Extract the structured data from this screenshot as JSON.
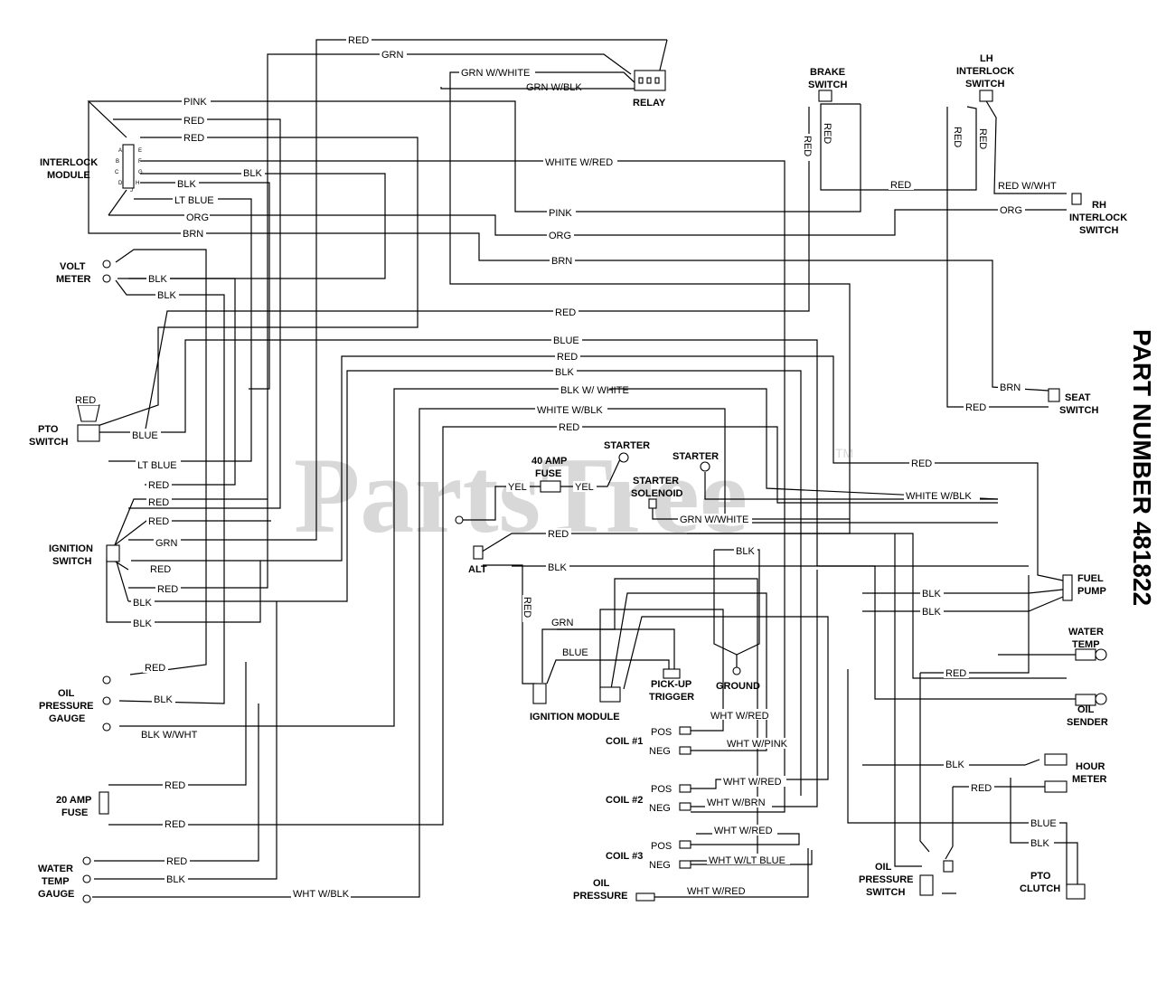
{
  "watermark": {
    "text": "PartsTree",
    "tm": "TM"
  },
  "part_number": "PART NUMBER 481822",
  "components": {
    "relay": "RELAY",
    "brake_switch_1": "BRAKE",
    "brake_switch_2": "SWITCH",
    "lh_switch_1": "LH",
    "lh_switch_2": "INTERLOCK",
    "lh_switch_3": "SWITCH",
    "rh_switch_1": "RH",
    "rh_switch_2": "INTERLOCK",
    "rh_switch_3": "SWITCH",
    "interlock_module_1": "INTERLOCK",
    "interlock_module_2": "MODULE",
    "volt_meter_1": "VOLT",
    "volt_meter_2": "METER",
    "pto_switch_1": "PTO",
    "pto_switch_2": "SWITCH",
    "ignition_switch_1": "IGNITION",
    "ignition_switch_2": "SWITCH",
    "oil_pressure_gauge_1": "OIL",
    "oil_pressure_gauge_2": "PRESSURE",
    "oil_pressure_gauge_3": "GAUGE",
    "fuse20_1": "20 AMP",
    "fuse20_2": "FUSE",
    "water_temp_gauge_1": "WATER",
    "water_temp_gauge_2": "TEMP",
    "water_temp_gauge_3": "GAUGE",
    "fuse40_1": "40 AMP",
    "fuse40_2": "FUSE",
    "starter_a": "STARTER",
    "starter_b": "STARTER",
    "starter_solenoid_1": "STARTER",
    "starter_solenoid_2": "SOLENOID",
    "alt": "ALT",
    "pickup_1": "PICK-UP",
    "pickup_2": "TRIGGER",
    "ground": "GROUND",
    "ignition_module": "IGNITION MODULE",
    "coil1": "COIL #1",
    "coil2": "COIL #2",
    "coil3": "COIL #3",
    "pos": "POS",
    "neg": "NEG",
    "oil_pressure_1": "OIL",
    "oil_pressure_2": "PRESSURE",
    "seat_switch_1": "SEAT",
    "seat_switch_2": "SWITCH",
    "fuel_pump_1": "FUEL",
    "fuel_pump_2": "PUMP",
    "water_temp_1": "WATER",
    "water_temp_2": "TEMP",
    "oil_sender_1": "OIL",
    "oil_sender_2": "SENDER",
    "hour_meter_1": "HOUR",
    "hour_meter_2": "METER",
    "oil_pressure_switch_1": "OIL",
    "oil_pressure_switch_2": "PRESSURE",
    "oil_pressure_switch_3": "SWITCH",
    "pto_clutch_1": "PTO",
    "pto_clutch_2": "CLUTCH"
  },
  "wires": {
    "red": "RED",
    "grn": "GRN",
    "pink": "PINK",
    "blk": "BLK",
    "blue": "BLUE",
    "org": "ORG",
    "brn": "BRN",
    "yel": "YEL",
    "lt_blue": "LT BLUE",
    "grn_w_white": "GRN W/WHITE",
    "grn_w_blk": "GRN W/BLK",
    "white_w_red": "WHITE W/RED",
    "red_w_wht": "RED W/WHT",
    "blk_w_white": "BLK W/ WHITE",
    "white_w_blk": "WHITE W/BLK",
    "blk_w_wht": "BLK W/WHT",
    "wht_w_blk": "WHT W/BLK",
    "wht_w_red": "WHT W/RED",
    "wht_w_pink": "WHT W/PINK",
    "wht_w_brn": "WHT W/BRN",
    "wht_w_lt_blue": "WHT W/LT BLUE"
  },
  "module_pins": [
    "A",
    "B",
    "C",
    "D",
    "E",
    "F",
    "G",
    "H",
    "J"
  ]
}
